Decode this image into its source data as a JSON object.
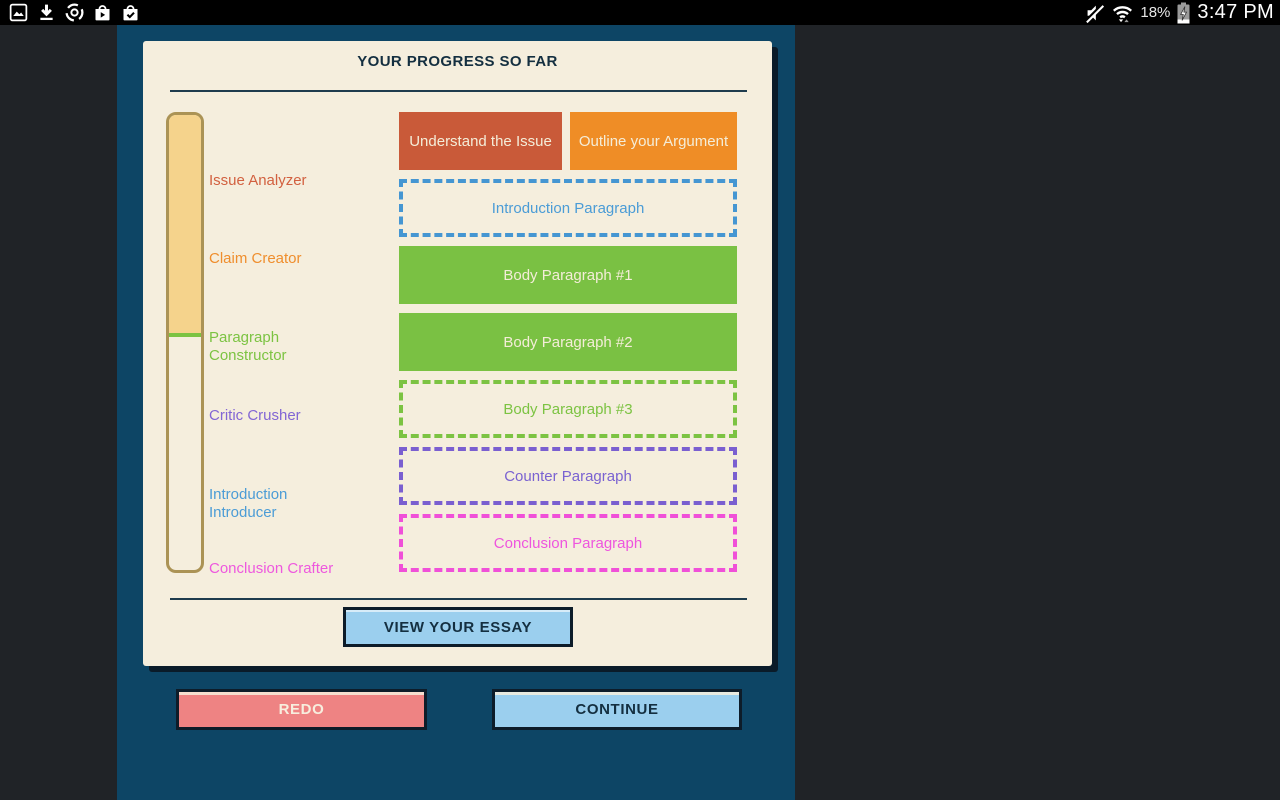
{
  "status_bar": {
    "time": "3:47 PM",
    "battery_percent": "18%",
    "left_icons": [
      "gallery",
      "download",
      "chrome",
      "play-store",
      "bag-check"
    ],
    "right_icons": [
      "volume-muted",
      "wifi-activity",
      "battery-charging"
    ]
  },
  "panel": {
    "card": {
      "title": "YOUR PROGRESS SO FAR",
      "tools": [
        {
          "label": "Issue Analyzer",
          "color": "#d2603f"
        },
        {
          "label": "Claim Creator",
          "color": "#ef8e2d"
        },
        {
          "label": "Paragraph Constructor",
          "color": "#7cc342"
        },
        {
          "label": "Critic Crusher",
          "color": "#8266d4"
        },
        {
          "label": "Introduction Introducer",
          "color": "#4b9cd6"
        },
        {
          "label": "Conclusion Crafter",
          "color": "#ee58de"
        }
      ],
      "progress_meter": {
        "fill_color": "#f5d38c",
        "marker_color": "#7cc342",
        "track_border_color": "#ab9355",
        "fill_fraction": 0.48
      },
      "steps": [
        {
          "label": "Understand the Issue",
          "status": "complete",
          "color": "#c95a39"
        },
        {
          "label": "Outline your Argument",
          "status": "complete",
          "color": "#ef8d26"
        },
        {
          "label": "Introduction Paragraph",
          "status": "pending",
          "color": "#4b9cd6"
        },
        {
          "label": "Body Paragraph #1",
          "status": "complete",
          "color": "#7ac143"
        },
        {
          "label": "Body Paragraph #2",
          "status": "complete",
          "color": "#7ac143"
        },
        {
          "label": "Body Paragraph #3",
          "status": "pending",
          "color": "#7cc342"
        },
        {
          "label": "Counter Paragraph",
          "status": "pending",
          "color": "#7a62d1"
        },
        {
          "label": "Conclusion Paragraph",
          "status": "pending",
          "color": "#ee55de"
        }
      ],
      "view_essay_label": "VIEW YOUR ESSAY"
    },
    "footer": {
      "redo_label": "REDO",
      "continue_label": "CONTINUE"
    },
    "colors": {
      "panel_background": "#0d4565",
      "card_background": "#f5eedd",
      "heading_navy": "#142f40",
      "screen_background": "#202327"
    }
  }
}
